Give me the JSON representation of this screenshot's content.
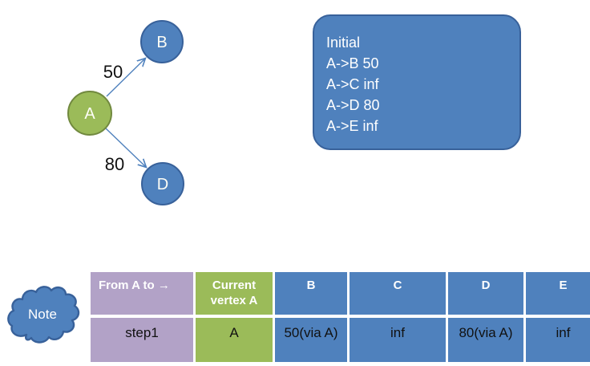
{
  "colors": {
    "blue": "#4F81BD",
    "blueBorder": "#38619A",
    "green": "#9BBB59",
    "greenBorder": "#71893F",
    "lavender": "#B2A2C7",
    "edge": "#4F81BD"
  },
  "graph": {
    "nodes": [
      {
        "id": "A",
        "label": "A",
        "color": "green"
      },
      {
        "id": "B",
        "label": "B",
        "color": "blue"
      },
      {
        "id": "D",
        "label": "D",
        "color": "blue"
      }
    ],
    "edges": [
      {
        "from": "A",
        "to": "B",
        "weight": "50"
      },
      {
        "from": "A",
        "to": "D",
        "weight": "80"
      }
    ]
  },
  "initial_box": {
    "lines": [
      "Initial",
      "A->B 50",
      "A->C inf",
      "A->D 80",
      "A->E inf"
    ]
  },
  "note": {
    "label": "Note"
  },
  "table": {
    "headers": [
      "From A to →",
      "Current vertex A",
      "B",
      "C",
      "D",
      "E"
    ],
    "rows": [
      [
        "step1",
        "A",
        "50(via A)",
        "inf",
        "80(via A)",
        "inf"
      ]
    ]
  }
}
